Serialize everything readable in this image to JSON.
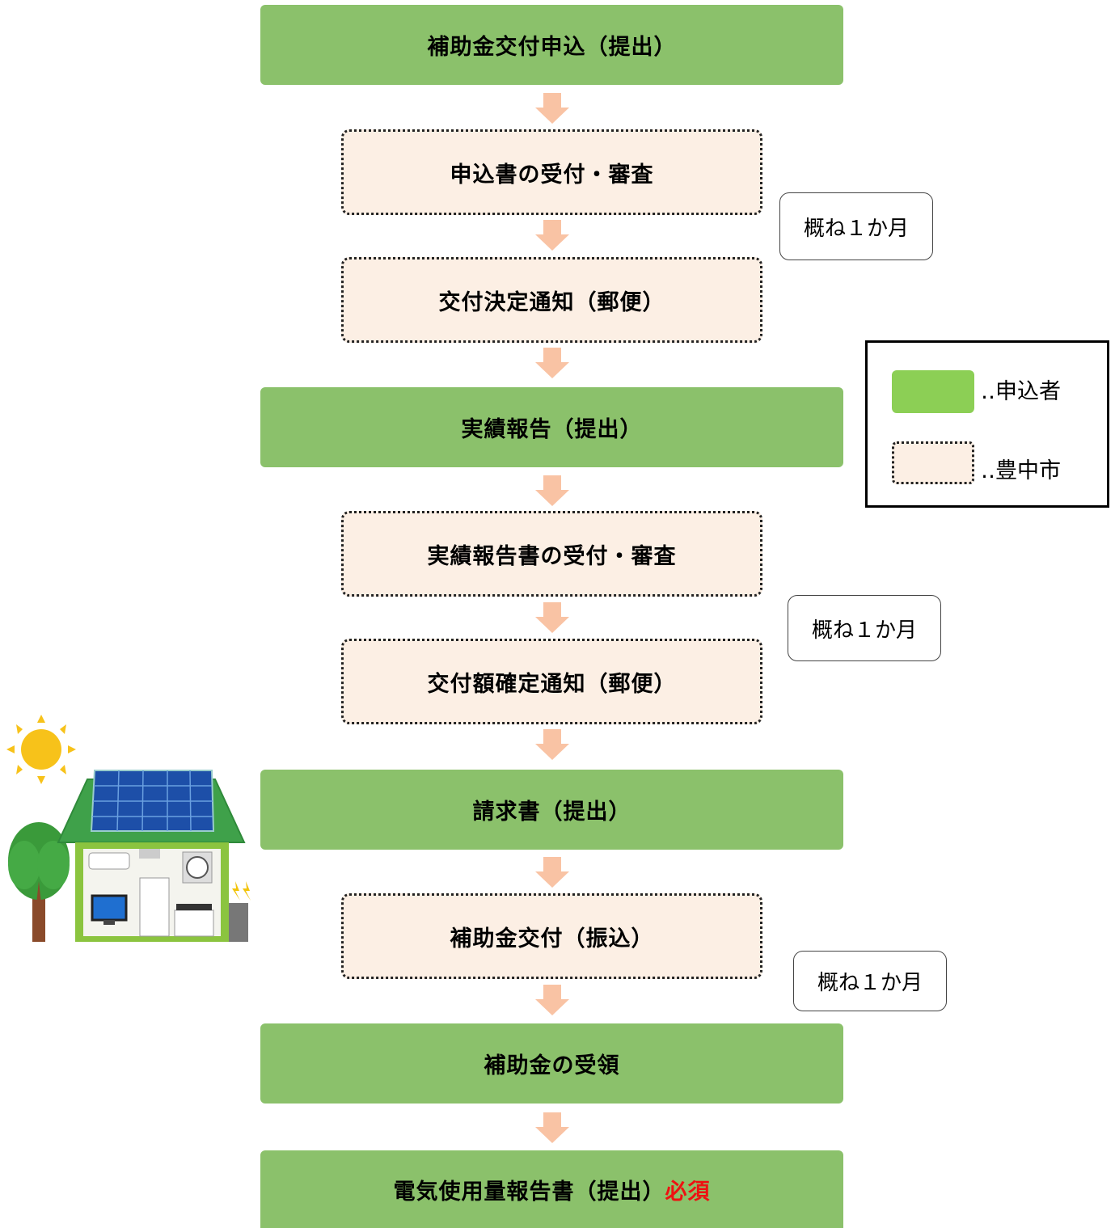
{
  "steps": [
    {
      "label": "補助金交付申込（提出）",
      "actor": "applicant"
    },
    {
      "label": "申込書の受付・審査",
      "actor": "city"
    },
    {
      "label": "交付決定通知（郵便）",
      "actor": "city"
    },
    {
      "label": "実績報告（提出）",
      "actor": "applicant"
    },
    {
      "label": "実績報告書の受付・審査",
      "actor": "city"
    },
    {
      "label": "交付額確定通知（郵便）",
      "actor": "city"
    },
    {
      "label": "請求書（提出）",
      "actor": "applicant"
    },
    {
      "label": "補助金交付（振込）",
      "actor": "city"
    },
    {
      "label": "補助金の受領",
      "actor": "applicant"
    },
    {
      "label": "電気使用量報告書（提出）",
      "suffix": "必須",
      "actor": "applicant"
    }
  ],
  "durations": [
    "概ね１か月",
    "概ね１か月",
    "概ね１か月"
  ],
  "legend": {
    "applicant_label": "‥申込者",
    "city_label": "‥豊中市"
  },
  "colors": {
    "applicant_fill": "#8bc16b",
    "city_fill": "#fcefe4",
    "arrow": "#f9c3a4",
    "required_text": "#ee1111"
  },
  "illustration": "house-with-solar-panels-sun-and-tree"
}
